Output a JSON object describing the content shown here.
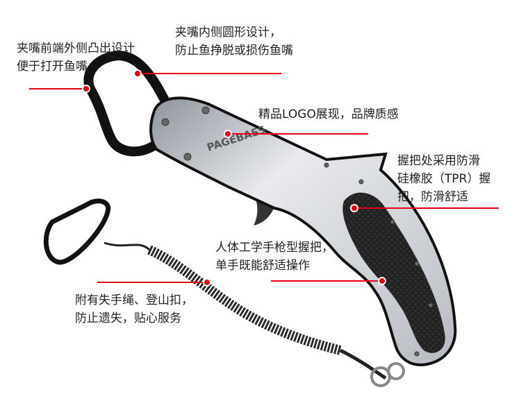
{
  "product": {
    "logo_text": "PAGEBASS"
  },
  "callouts": [
    {
      "lines": [
        "夹嘴前端外侧凸出设计",
        "便于打开鱼嘴"
      ]
    },
    {
      "lines": [
        "夹嘴内侧圆形设计，",
        "防止鱼挣脱或损伤鱼嘴"
      ]
    },
    {
      "lines": [
        "精品LOGO展现，品牌质感"
      ]
    },
    {
      "lines": [
        "握把处采用防滑",
        "硅橡胶（TPR）握",
        "把，防滑舒适"
      ]
    },
    {
      "lines": [
        "人体工学手枪型握把，",
        "单手既能舒适操作"
      ]
    },
    {
      "lines": [
        "附有失手绳、登山扣，",
        "防止遗失，贴心服务"
      ]
    }
  ],
  "colors": {
    "leader": "#e60012",
    "body": "#c9ccd1",
    "grip": "#1c1c1c",
    "text": "#222222"
  }
}
